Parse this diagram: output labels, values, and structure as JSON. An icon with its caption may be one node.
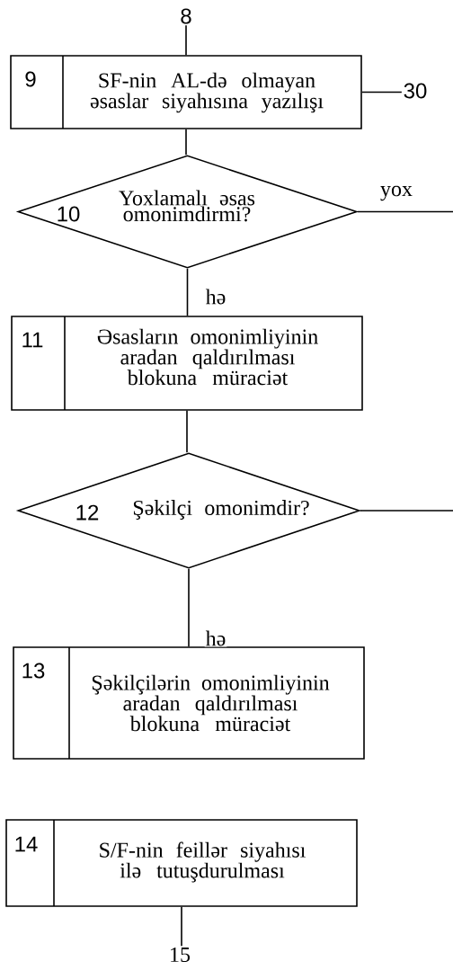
{
  "diagram": {
    "nodes": [
      {
        "text": [
          "8"
        ]
      },
      {
        "text": [
          "9",
          "SF-nin AL-də olmayan əsaslar siyahısına yazılışı"
        ]
      },
      {
        "text": [
          "30"
        ]
      },
      {
        "text": [
          "10",
          "Yoxlamalı əsas omonimdirmi?"
        ]
      },
      {
        "text": [
          "11",
          "Əsasların omonimliyinin aradan qaldırılması blokuna müraciət"
        ]
      },
      {
        "text": [
          "12",
          "Şəkilçi omonimdir?"
        ]
      },
      {
        "text": [
          "13",
          "Şəkilçilərin omonimliyinin aradan qaldırılması blokuna müraciət"
        ]
      },
      {
        "text": [
          "14",
          "S/F-nin feillər siyahısı ilə tutuşdurulması"
        ]
      },
      {
        "text": [
          "15"
        ]
      }
    ],
    "edges": [
      {
        "from": 0,
        "to": 1,
        "arrow": "none"
      },
      {
        "from": 1,
        "to": 2,
        "arrow": "none"
      },
      {
        "from": 1,
        "to": 3,
        "arrow": "none"
      },
      {
        "from": 3,
        "to": null,
        "arrow": "none",
        "label": "yox"
      },
      {
        "from": 3,
        "to": 4,
        "arrow": "none",
        "label": "hə"
      },
      {
        "from": 4,
        "to": 5,
        "arrow": "none"
      },
      {
        "from": 5,
        "to": null,
        "arrow": "none"
      },
      {
        "from": 5,
        "to": 6,
        "arrow": "none",
        "label": "hə"
      },
      {
        "from": 7,
        "to": 8,
        "arrow": "none"
      }
    ]
  }
}
